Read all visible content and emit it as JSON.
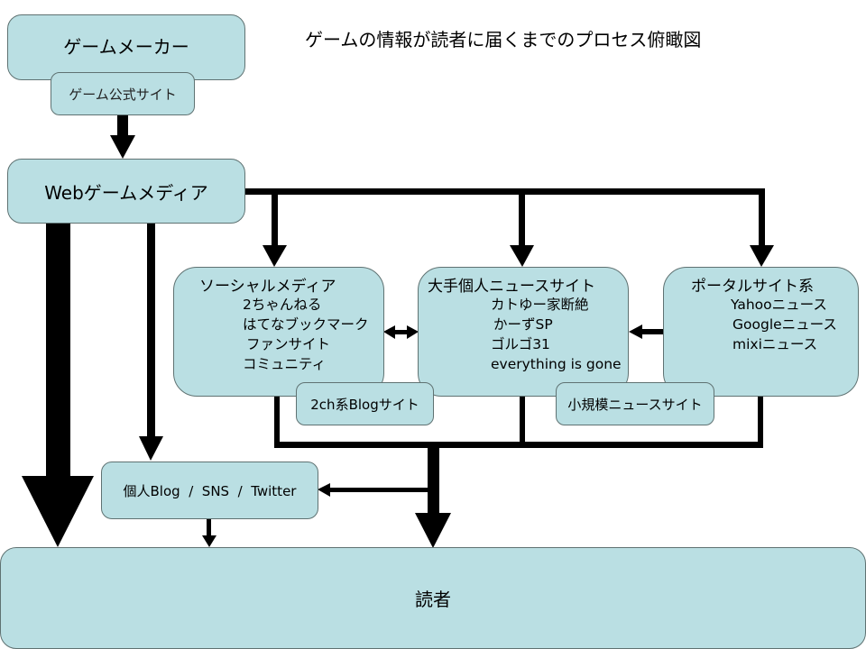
{
  "title": "ゲームの情報が読者に届くまでのプロセス俯瞰図",
  "colors": {
    "box_fill": "#badfe3",
    "box_border": "#5f7272",
    "arrow": "#000000"
  },
  "nodes": {
    "maker": {
      "label": "ゲームメーカー"
    },
    "official_site": {
      "label": "ゲーム公式サイト"
    },
    "web_media": {
      "label": "Webゲームメディア"
    },
    "social_media": {
      "heading": "ソーシャルメディア",
      "items": [
        "2ちゃんねる",
        "はてなブックマーク",
        "ファンサイト",
        "コミュニティ"
      ]
    },
    "personal_news": {
      "heading": "大手個人ニュースサイト",
      "items": [
        "カトゆー家断絶",
        "かーずSP",
        "ゴルゴ31",
        "everything is gone"
      ]
    },
    "portal": {
      "heading": "ポータルサイト系",
      "items": [
        "Yahooニュース",
        "Googleニュース",
        "mixiニュース"
      ]
    },
    "blog_2ch": {
      "label": "2ch系Blogサイト"
    },
    "small_news": {
      "label": "小規模ニュースサイト"
    },
    "personal_blog": {
      "label": "個人Blog  /  SNS  /  Twitter"
    },
    "readers": {
      "label": "読者"
    }
  },
  "edges": [
    {
      "from": "official_site",
      "to": "web_media",
      "weight": "medium"
    },
    {
      "from": "web_media",
      "to": "readers",
      "weight": "heavy"
    },
    {
      "from": "web_media",
      "to": "personal_blog",
      "weight": "medium"
    },
    {
      "from": "web_media",
      "to": "social_media",
      "weight": "medium"
    },
    {
      "from": "web_media",
      "to": "personal_news",
      "weight": "medium"
    },
    {
      "from": "web_media",
      "to": "portal",
      "weight": "medium"
    },
    {
      "from": "social_media",
      "to": "personal_news",
      "weight": "thin",
      "bidirectional": true
    },
    {
      "from": "portal",
      "to": "personal_news",
      "weight": "thin"
    },
    {
      "from": "social_media",
      "to": "readers",
      "weight": "heavy",
      "merged": true
    },
    {
      "from": "personal_news",
      "to": "readers",
      "weight": "heavy",
      "merged": true
    },
    {
      "from": "portal",
      "to": "readers",
      "weight": "heavy",
      "merged": true
    },
    {
      "from": "merged_trunk",
      "to": "personal_blog",
      "weight": "thin"
    },
    {
      "from": "personal_blog",
      "to": "readers",
      "weight": "thin"
    }
  ]
}
